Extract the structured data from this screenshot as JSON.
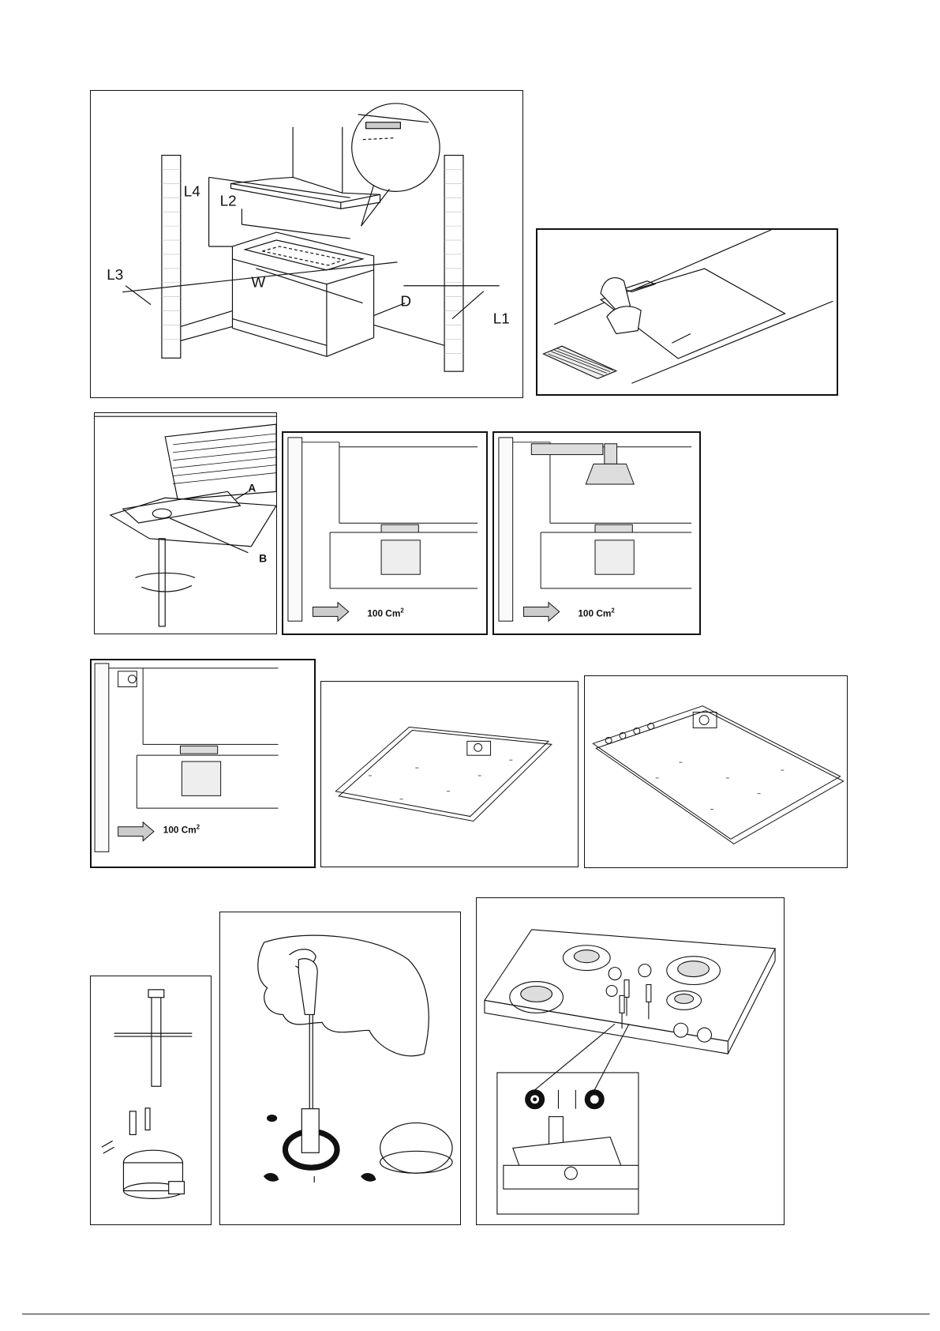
{
  "fig1": {
    "labels": {
      "l1": "L1",
      "l2": "L2",
      "l3": "L3",
      "l4": "L4",
      "w": "W",
      "d": "D"
    }
  },
  "fig3": {
    "labels": {
      "a": "A",
      "b": "B"
    }
  },
  "ventilation": {
    "caption": "100 Cm",
    "sup": "2"
  }
}
